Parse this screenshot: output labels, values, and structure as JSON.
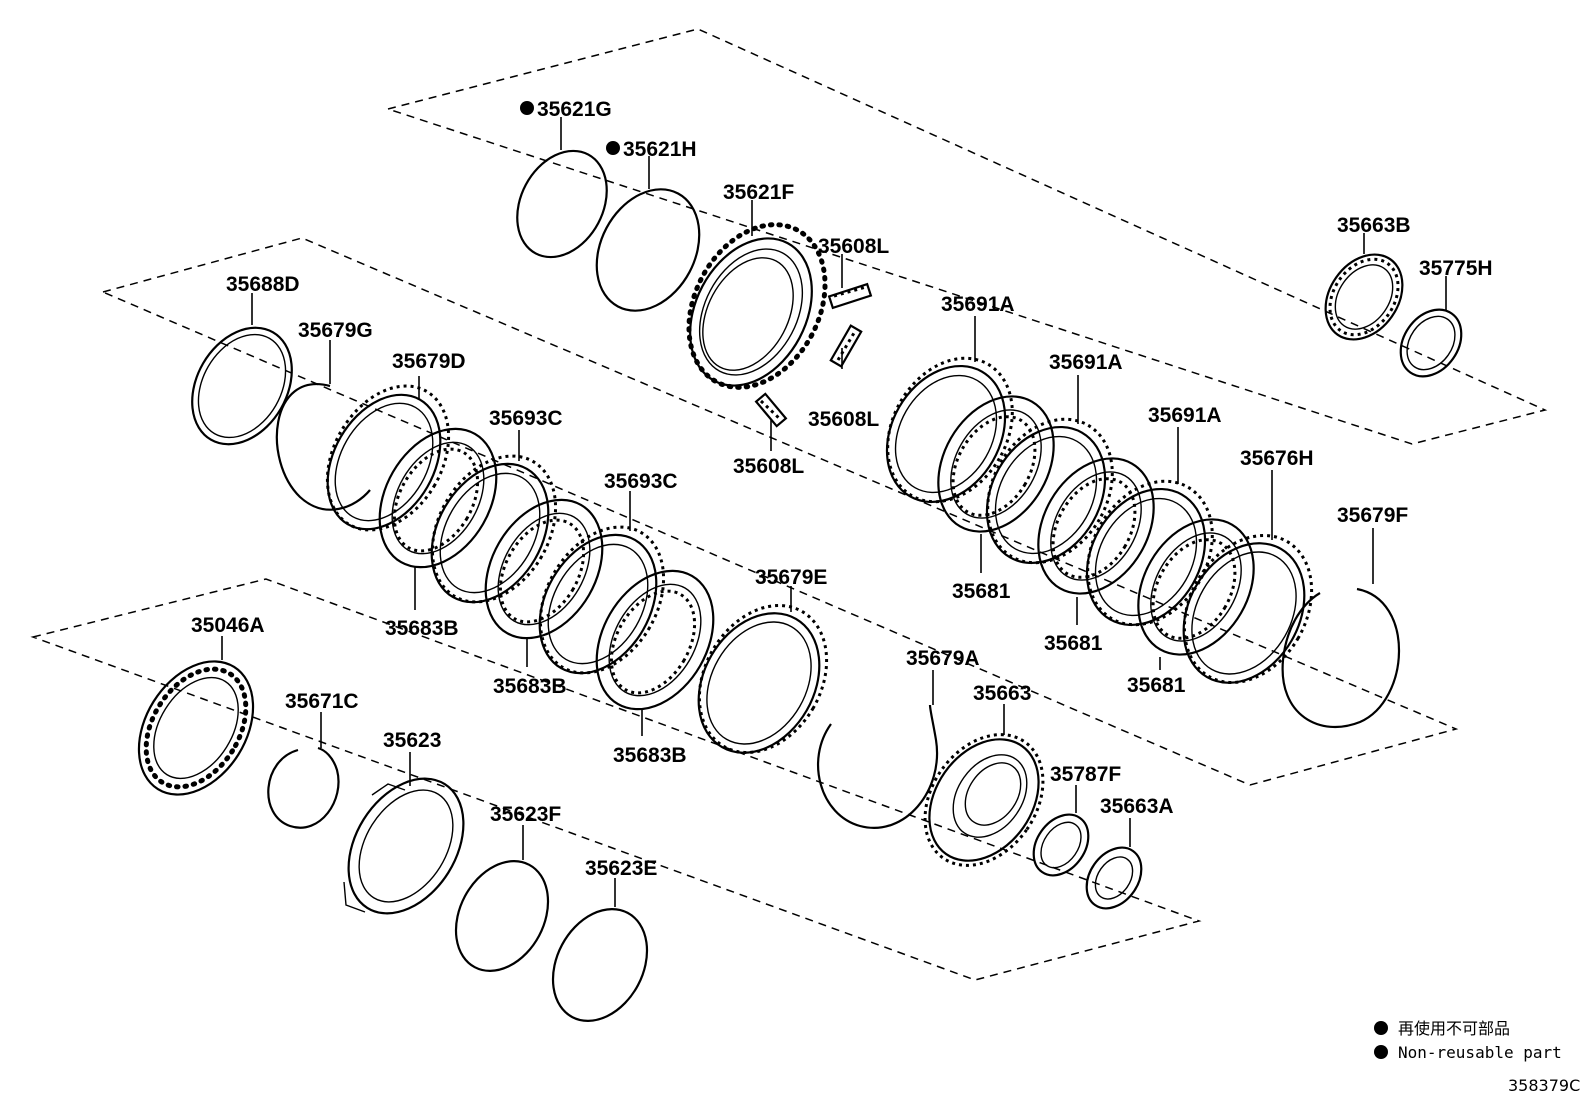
{
  "diagram": {
    "parts": [
      {
        "code": "35621G",
        "non_reusable": true
      },
      {
        "code": "35621H",
        "non_reusable": true
      },
      {
        "code": "35621F"
      },
      {
        "code": "35608L"
      },
      {
        "code": "35608L"
      },
      {
        "code": "35608L"
      },
      {
        "code": "35663B"
      },
      {
        "code": "35775H"
      },
      {
        "code": "35688D"
      },
      {
        "code": "35679G"
      },
      {
        "code": "35679D"
      },
      {
        "code": "35693C"
      },
      {
        "code": "35693C"
      },
      {
        "code": "35683B"
      },
      {
        "code": "35683B"
      },
      {
        "code": "35683B"
      },
      {
        "code": "35679E"
      },
      {
        "code": "35691A"
      },
      {
        "code": "35691A"
      },
      {
        "code": "35691A"
      },
      {
        "code": "35681"
      },
      {
        "code": "35681"
      },
      {
        "code": "35681"
      },
      {
        "code": "35676H"
      },
      {
        "code": "35679F"
      },
      {
        "code": "35679A"
      },
      {
        "code": "35663"
      },
      {
        "code": "35787F"
      },
      {
        "code": "35663A"
      },
      {
        "code": "35046A"
      },
      {
        "code": "35671C"
      },
      {
        "code": "35623"
      },
      {
        "code": "35623F"
      },
      {
        "code": "35623E"
      }
    ]
  },
  "legend": {
    "jp": "再使用不可部品",
    "en": "Non-reusable part"
  },
  "figure_code": "358379C"
}
